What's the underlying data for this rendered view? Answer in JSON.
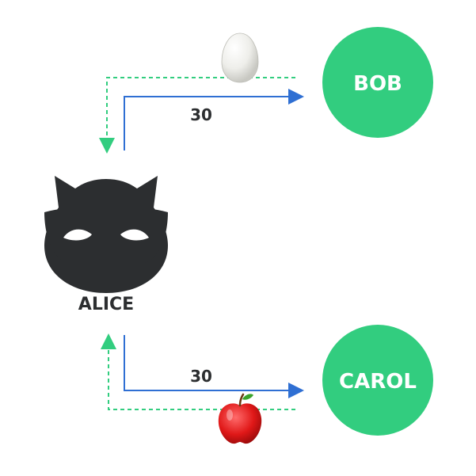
{
  "nodes": {
    "alice": {
      "label": "ALICE"
    },
    "bob": {
      "label": "BOB"
    },
    "carol": {
      "label": "CAROL"
    }
  },
  "edges": {
    "alice_to_bob": {
      "label": "30"
    },
    "alice_to_carol": {
      "label": "30"
    }
  },
  "icons": {
    "top_return_item": "egg-icon",
    "bottom_return_item": "apple-icon",
    "alice_avatar": "masked-cat-icon"
  },
  "colors": {
    "node_fill": "#32CD7F",
    "forward_arrow": "#2F6FD3",
    "return_arrow": "#32CD7F",
    "alice_icon": "#2C2E30",
    "text": "#2C2E30",
    "node_text": "#FFFFFF"
  }
}
